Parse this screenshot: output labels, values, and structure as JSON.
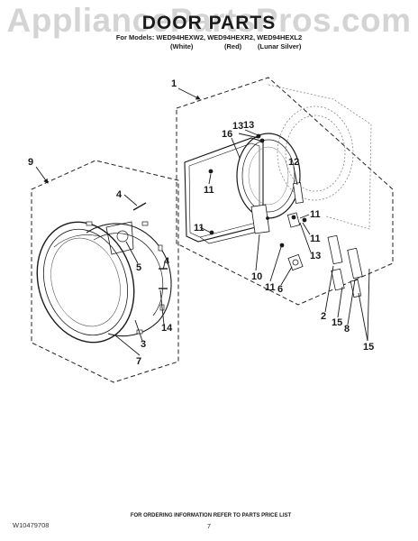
{
  "header": {
    "watermark": "AppliancePartsPros.com",
    "title": "DOOR PARTS",
    "models_line": "For Models: WED94HEXW2, WED94HEXR2, WED94HEXL2",
    "colors": [
      "(White)",
      "(Red)",
      "(Lunar Silver)"
    ]
  },
  "callouts": [
    "1",
    "13",
    "16",
    "13",
    "12",
    "11",
    "9",
    "4",
    "5",
    "4",
    "14",
    "7",
    "3",
    "11",
    "13",
    "11",
    "11",
    "10",
    "11",
    "6",
    "2",
    "15",
    "8",
    "15"
  ],
  "footer": {
    "part_number": "W10479708",
    "ordering_info": "FOR ORDERING INFORMATION REFER TO PARTS PRICE LIST",
    "page_number": "7"
  }
}
